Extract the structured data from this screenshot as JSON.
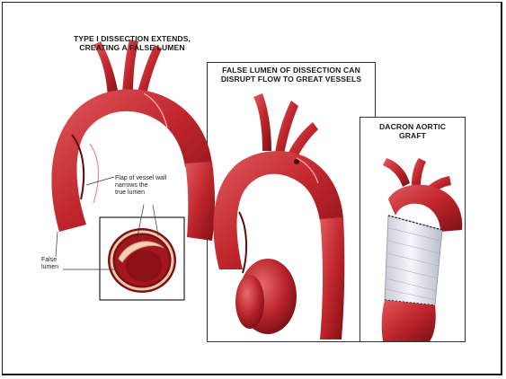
{
  "panel1": {
    "caption_line1": "TYPE I DISSECTION EXTENDS,",
    "caption_line2": "CREATING A FALSE LUMEN",
    "flap_label_line1": "Flap of vessel wall",
    "flap_label_line2": "narrows the",
    "flap_label_line3": "true lumen",
    "false_lumen_label_line1": "False",
    "false_lumen_label_line2": "lumen"
  },
  "panel2": {
    "caption_line1": "FALSE LUMEN OF DISSECTION CAN",
    "caption_line2": "DISRUPT FLOW TO GREAT VESSELS"
  },
  "panel3": {
    "caption_line1": "DACRON AORTIC",
    "caption_line2": "GRAFT"
  },
  "colors": {
    "aorta_dark": "#8a1219",
    "aorta_mid": "#c0262c",
    "aorta_light": "#e0565a",
    "graft": "#eceef4"
  }
}
